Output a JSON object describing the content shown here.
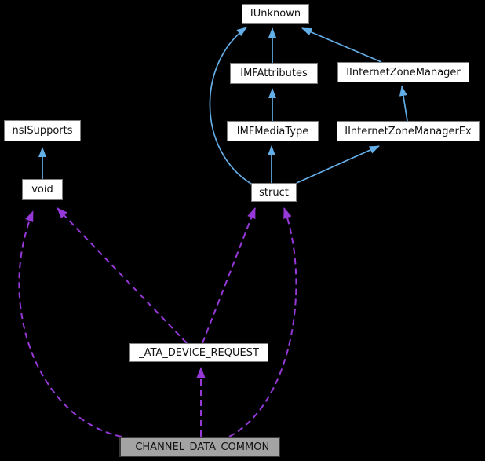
{
  "diagram": {
    "title": "collaboration-graph",
    "colors": {
      "background": "#000000",
      "inheritance_edge": "#64aee8",
      "usage_edge": "#9638d8",
      "node_fill": "#ffffff",
      "node_border": "#7d7d7d",
      "highlight_fill": "#a3a3a3",
      "highlight_border": "#3a3a3a",
      "text": "#111111"
    },
    "nodes": [
      {
        "id": "iunknown",
        "label": "IUnknown",
        "highlighted": false
      },
      {
        "id": "imfattributes",
        "label": "IMFAttributes",
        "highlighted": false
      },
      {
        "id": "iinternetzonemanager",
        "label": "IInternetZoneManager",
        "highlighted": false
      },
      {
        "id": "nsisupports",
        "label": "nsISupports",
        "highlighted": false
      },
      {
        "id": "imfmediatype",
        "label": "IMFMediaType",
        "highlighted": false
      },
      {
        "id": "iinternetzonemanagerex",
        "label": "IInternetZoneManagerEx",
        "highlighted": false
      },
      {
        "id": "void",
        "label": "void",
        "highlighted": false
      },
      {
        "id": "struct",
        "label": "struct",
        "highlighted": false
      },
      {
        "id": "ata_device_request",
        "label": "_ATA_DEVICE_REQUEST",
        "highlighted": false
      },
      {
        "id": "channel_data_common",
        "label": "_CHANNEL_DATA_COMMON",
        "highlighted": true
      }
    ],
    "edges": [
      {
        "from": "imfattributes",
        "to": "iunknown",
        "type": "inheritance"
      },
      {
        "from": "iinternetzonemanager",
        "to": "iunknown",
        "type": "inheritance"
      },
      {
        "from": "imfmediatype",
        "to": "imfattributes",
        "type": "inheritance"
      },
      {
        "from": "iinternetzonemanagerex",
        "to": "iinternetzonemanager",
        "type": "inheritance"
      },
      {
        "from": "struct",
        "to": "imfmediatype",
        "type": "inheritance"
      },
      {
        "from": "struct",
        "to": "iunknown",
        "type": "inheritance"
      },
      {
        "from": "struct",
        "to": "iinternetzonemanagerex",
        "type": "inheritance"
      },
      {
        "from": "void",
        "to": "nsisupports",
        "type": "inheritance"
      },
      {
        "from": "ata_device_request",
        "to": "void",
        "type": "usage"
      },
      {
        "from": "ata_device_request",
        "to": "struct",
        "type": "usage"
      },
      {
        "from": "channel_data_common",
        "to": "ata_device_request",
        "type": "usage"
      },
      {
        "from": "channel_data_common",
        "to": "void",
        "type": "usage"
      },
      {
        "from": "channel_data_common",
        "to": "struct",
        "type": "usage"
      }
    ]
  }
}
